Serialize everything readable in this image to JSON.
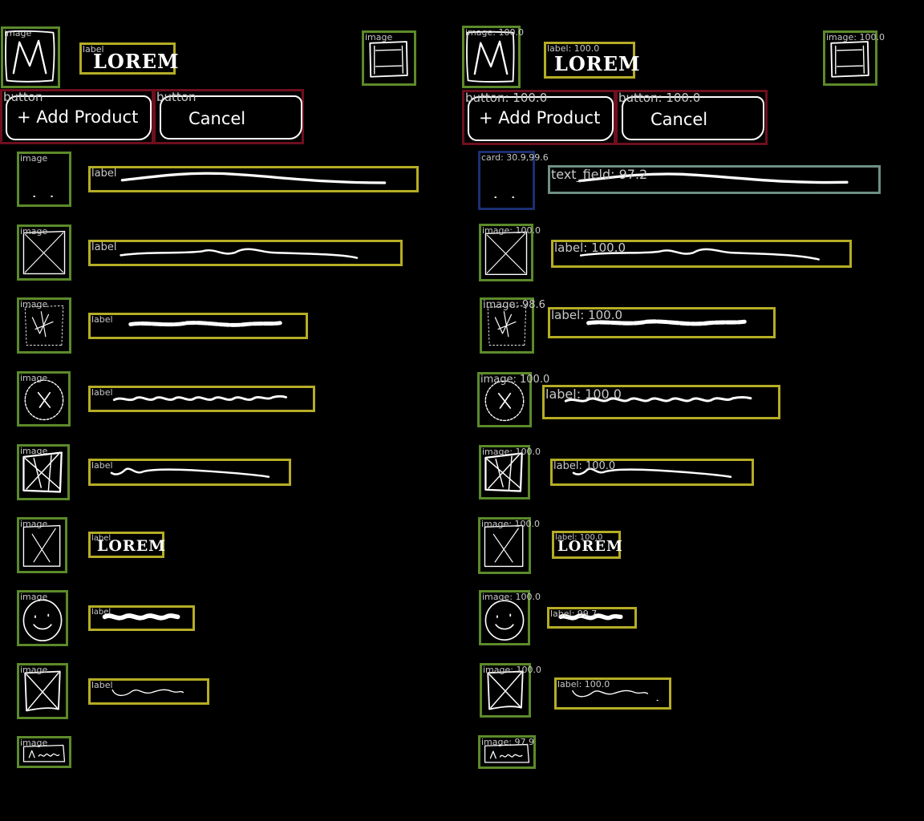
{
  "left": {
    "header": {
      "logo": {
        "tag": "image",
        "icon": "m-logo-icon"
      },
      "title": {
        "tag": "label",
        "text": "LOREM"
      },
      "corner": {
        "tag": "image",
        "icon": "frame-icon"
      }
    },
    "buttons": [
      {
        "tag": "button",
        "text": "+ Add Product"
      },
      {
        "tag": "button",
        "text": "Cancel"
      }
    ],
    "rows": [
      {
        "image_tag": "image",
        "label_tag": "label",
        "icon": "blank-image-icon"
      },
      {
        "image_tag": "image",
        "label_tag": "label",
        "icon": "placeholder-x-icon"
      },
      {
        "image_tag": "image",
        "label_tag": "label",
        "icon": "scribble-icon"
      },
      {
        "image_tag": "image",
        "label_tag": "label",
        "icon": "circle-x-icon"
      },
      {
        "image_tag": "image",
        "label_tag": "label",
        "icon": "placeholder-x-icon"
      },
      {
        "image_tag": "image",
        "label_tag": "label",
        "label_text": "LOREM",
        "icon": "placeholder-x-icon"
      },
      {
        "image_tag": "image",
        "label_tag": "label",
        "icon": "smiley-icon"
      },
      {
        "image_tag": "image",
        "label_tag": "label",
        "icon": "placeholder-x-icon"
      }
    ],
    "footer_image": {
      "tag": "image",
      "icon": "wave-image-icon"
    }
  },
  "right": {
    "header": {
      "logo": {
        "tag": "image: 100.0",
        "icon": "m-logo-icon"
      },
      "title": {
        "tag": "label: 100.0",
        "text": "LOREM"
      },
      "corner": {
        "tag": "image: 100.0",
        "icon": "frame-icon"
      }
    },
    "buttons": [
      {
        "tag": "button: 100.0",
        "text": "+ Add Product"
      },
      {
        "tag": "button: 100.0",
        "text": "Cancel"
      }
    ],
    "rows": [
      {
        "image_tag": "card: 30.9,99.6",
        "label_tag": "text_field: 97.2",
        "icon": "blank-image-icon"
      },
      {
        "image_tag": "image: 100.0",
        "label_tag": "label: 100.0",
        "icon": "placeholder-x-icon"
      },
      {
        "image_tag": "image: 98.6",
        "label_tag": "label: 100.0",
        "icon": "scribble-icon"
      },
      {
        "image_tag": "image: 100.0",
        "label_tag": "label: 100.0",
        "icon": "circle-x-icon"
      },
      {
        "image_tag": "image: 100.0",
        "label_tag": "label: 100.0",
        "icon": "placeholder-x-icon"
      },
      {
        "image_tag": "image: 100.0",
        "label_tag": "label: 100.0",
        "label_text": "LOREM",
        "icon": "placeholder-x-icon"
      },
      {
        "image_tag": "image: 100.0",
        "label_tag": "label: 99.7",
        "icon": "smiley-icon"
      },
      {
        "image_tag": "image: 100.0",
        "label_tag": "label: 100.0",
        "icon": "placeholder-x-icon"
      }
    ],
    "footer_image": {
      "tag": "image: 97.9",
      "icon": "wave-image-icon"
    }
  },
  "colors": {
    "background": "#000000",
    "image_box": "#5c8a2a",
    "label_box": "#b5ad25",
    "button_box": "#6e0f1e",
    "card_box": "#1c2f72",
    "text_field_box": "#6f8f86",
    "sketch": "#ffffff",
    "tag_text": "#c8c8c8"
  }
}
